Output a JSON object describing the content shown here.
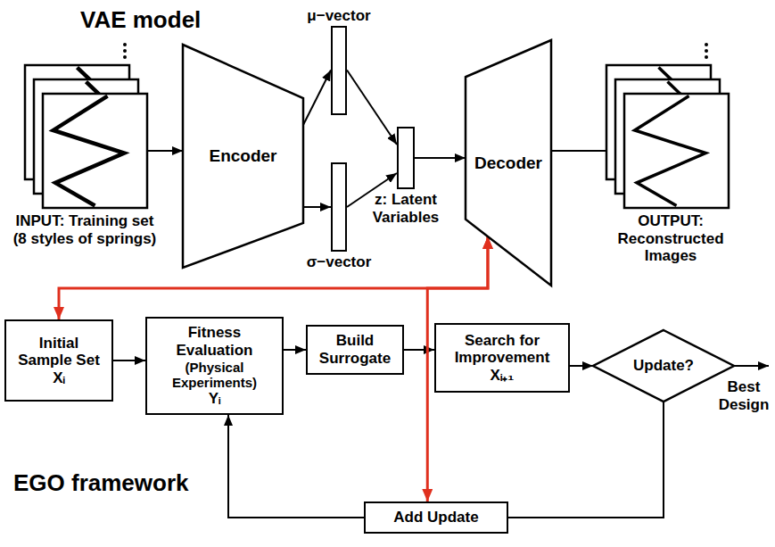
{
  "diagram": {
    "nodes": [
      {
        "text": [
          "INPUT: Training set (8 styles of springs)"
        ]
      },
      {
        "text": [
          "Encoder"
        ]
      },
      {
        "text": [
          "μ−vector"
        ]
      },
      {
        "text": [
          "σ−vector"
        ]
      },
      {
        "text": [
          "z: Latent Variables"
        ]
      },
      {
        "text": [
          "Decoder"
        ]
      },
      {
        "text": [
          "OUTPUT: Reconstructed Images"
        ]
      },
      {
        "text": [
          "Initial Sample Set",
          "Xᵢ"
        ]
      },
      {
        "text": [
          "Fitness Evaluation",
          "(Physical Experiments)",
          "Yᵢ"
        ]
      },
      {
        "text": [
          "Build Surrogate"
        ]
      },
      {
        "text": [
          "Search for Improvement",
          "Xᵢ₊₁"
        ]
      },
      {
        "text": [
          "Update?"
        ]
      },
      {
        "text": [
          "Add Update"
        ]
      }
    ],
    "edges": [
      {
        "from": 0,
        "to": 1,
        "arrow": "to"
      },
      {
        "from": 1,
        "to": 2,
        "arrow": "to"
      },
      {
        "from": 1,
        "to": 3,
        "arrow": "to"
      },
      {
        "from": 2,
        "to": 4,
        "arrow": "to"
      },
      {
        "from": 3,
        "to": 4,
        "arrow": "to"
      },
      {
        "from": 4,
        "to": 5,
        "arrow": "to"
      },
      {
        "from": 5,
        "to": 6,
        "arrow": "to"
      },
      {
        "from": 7,
        "to": 8,
        "arrow": "to"
      },
      {
        "from": 8,
        "to": 9,
        "arrow": "to"
      },
      {
        "from": 9,
        "to": 10,
        "arrow": "to"
      },
      {
        "from": 10,
        "to": 11,
        "arrow": "to"
      },
      {
        "from": 11,
        "to": 12,
        "arrow": "none"
      },
      {
        "from": 12,
        "to": 8,
        "arrow": "to"
      },
      {
        "from": 5,
        "to": 7,
        "arrow": "both"
      },
      {
        "from": 5,
        "to": 12,
        "arrow": "both"
      }
    ],
    "labels": [
      "VAE model",
      "EGO framework",
      "Best Design"
    ]
  }
}
